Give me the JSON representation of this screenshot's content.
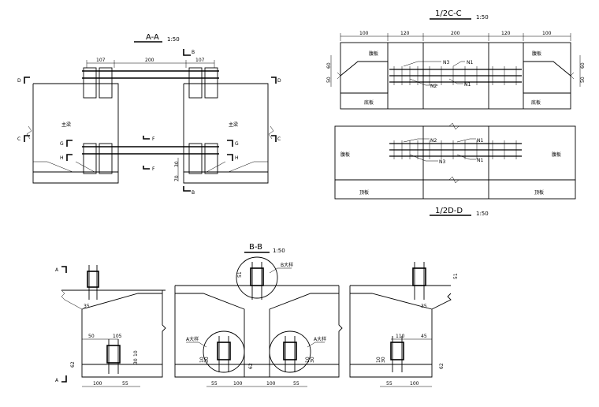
{
  "views": {
    "aa": {
      "title": "A-A",
      "scale": "1:50",
      "dims": [
        "107",
        "200",
        "107",
        "70",
        "30"
      ],
      "section_marks": [
        "B",
        "B",
        "D",
        "D",
        "C",
        "C",
        "G",
        "G",
        "H",
        "H",
        "F",
        "F"
      ],
      "labels": [
        "主梁",
        "主梁"
      ]
    },
    "cc": {
      "title": "1/2C-C",
      "scale": "1:50",
      "dims": [
        "100",
        "120",
        "200",
        "120",
        "100",
        "60",
        "50",
        "60",
        "50"
      ],
      "labels": [
        "腹板",
        "腹板",
        "底板",
        "底板"
      ],
      "rebars": [
        "N3",
        "N1",
        "N2",
        "N1"
      ]
    },
    "dd": {
      "title": "1/2D-D",
      "scale": "1:50",
      "labels": [
        "腹板",
        "腹板",
        "顶板",
        "顶板"
      ],
      "rebars": [
        "N2",
        "N1",
        "N3",
        "N1"
      ]
    },
    "bb": {
      "title": "B-B",
      "scale": "1:50",
      "marks": [
        "A",
        "A"
      ],
      "dims_left": [
        "35",
        "50",
        "105",
        "62",
        "30",
        "10",
        "100",
        "55"
      ],
      "dims_mid": [
        "51",
        "10",
        "30",
        "62",
        "10",
        "30",
        "55",
        "100",
        "100",
        "55"
      ],
      "dims_right": [
        "51",
        "35",
        "110",
        "45",
        "10",
        "30",
        "62",
        "55",
        "100"
      ],
      "callouts": [
        "B大样",
        "A大样",
        "A大样"
      ]
    }
  }
}
